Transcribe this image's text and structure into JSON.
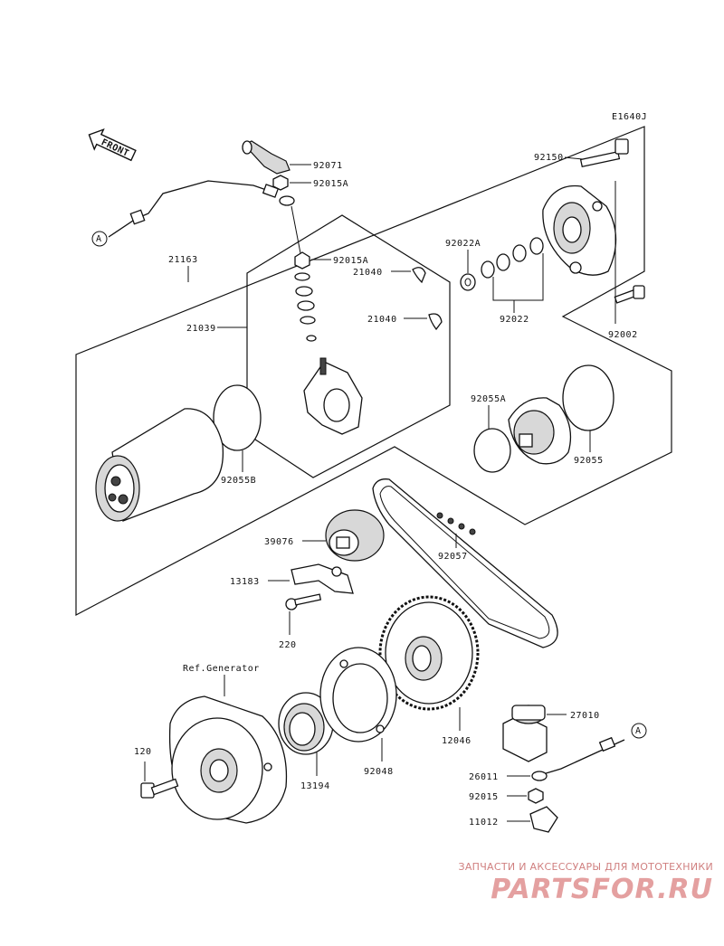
{
  "diagram_code": "E1640J",
  "front_label": "FRONT",
  "connector_label": "A",
  "ref_label": "Ref.Generator",
  "part_labels": {
    "p92071": "92071",
    "p92015A_top": "92015A",
    "p92150": "92150",
    "p92022A": "92022A",
    "p21163": "21163",
    "p92015A_mid": "92015A",
    "p21040_a": "21040",
    "p21040_b": "21040",
    "p92022": "92022",
    "p92002": "92002",
    "p21039": "21039",
    "p92055A": "92055A",
    "p92055": "92055",
    "p92055B": "92055B",
    "p39076": "39076",
    "p92057": "92057",
    "p13183": "13183",
    "p220": "220",
    "p27010": "27010",
    "p120": "120",
    "p13194": "13194",
    "p92048": "92048",
    "p12046": "12046",
    "p26011": "26011",
    "p92015": "92015",
    "p11012": "11012"
  },
  "watermark": {
    "tagline": "ЗАПЧАСТИ И АКСЕССУАРЫ ДЛЯ МОТОТЕХНИКИ",
    "logo": "PARTSFOR.RU"
  }
}
